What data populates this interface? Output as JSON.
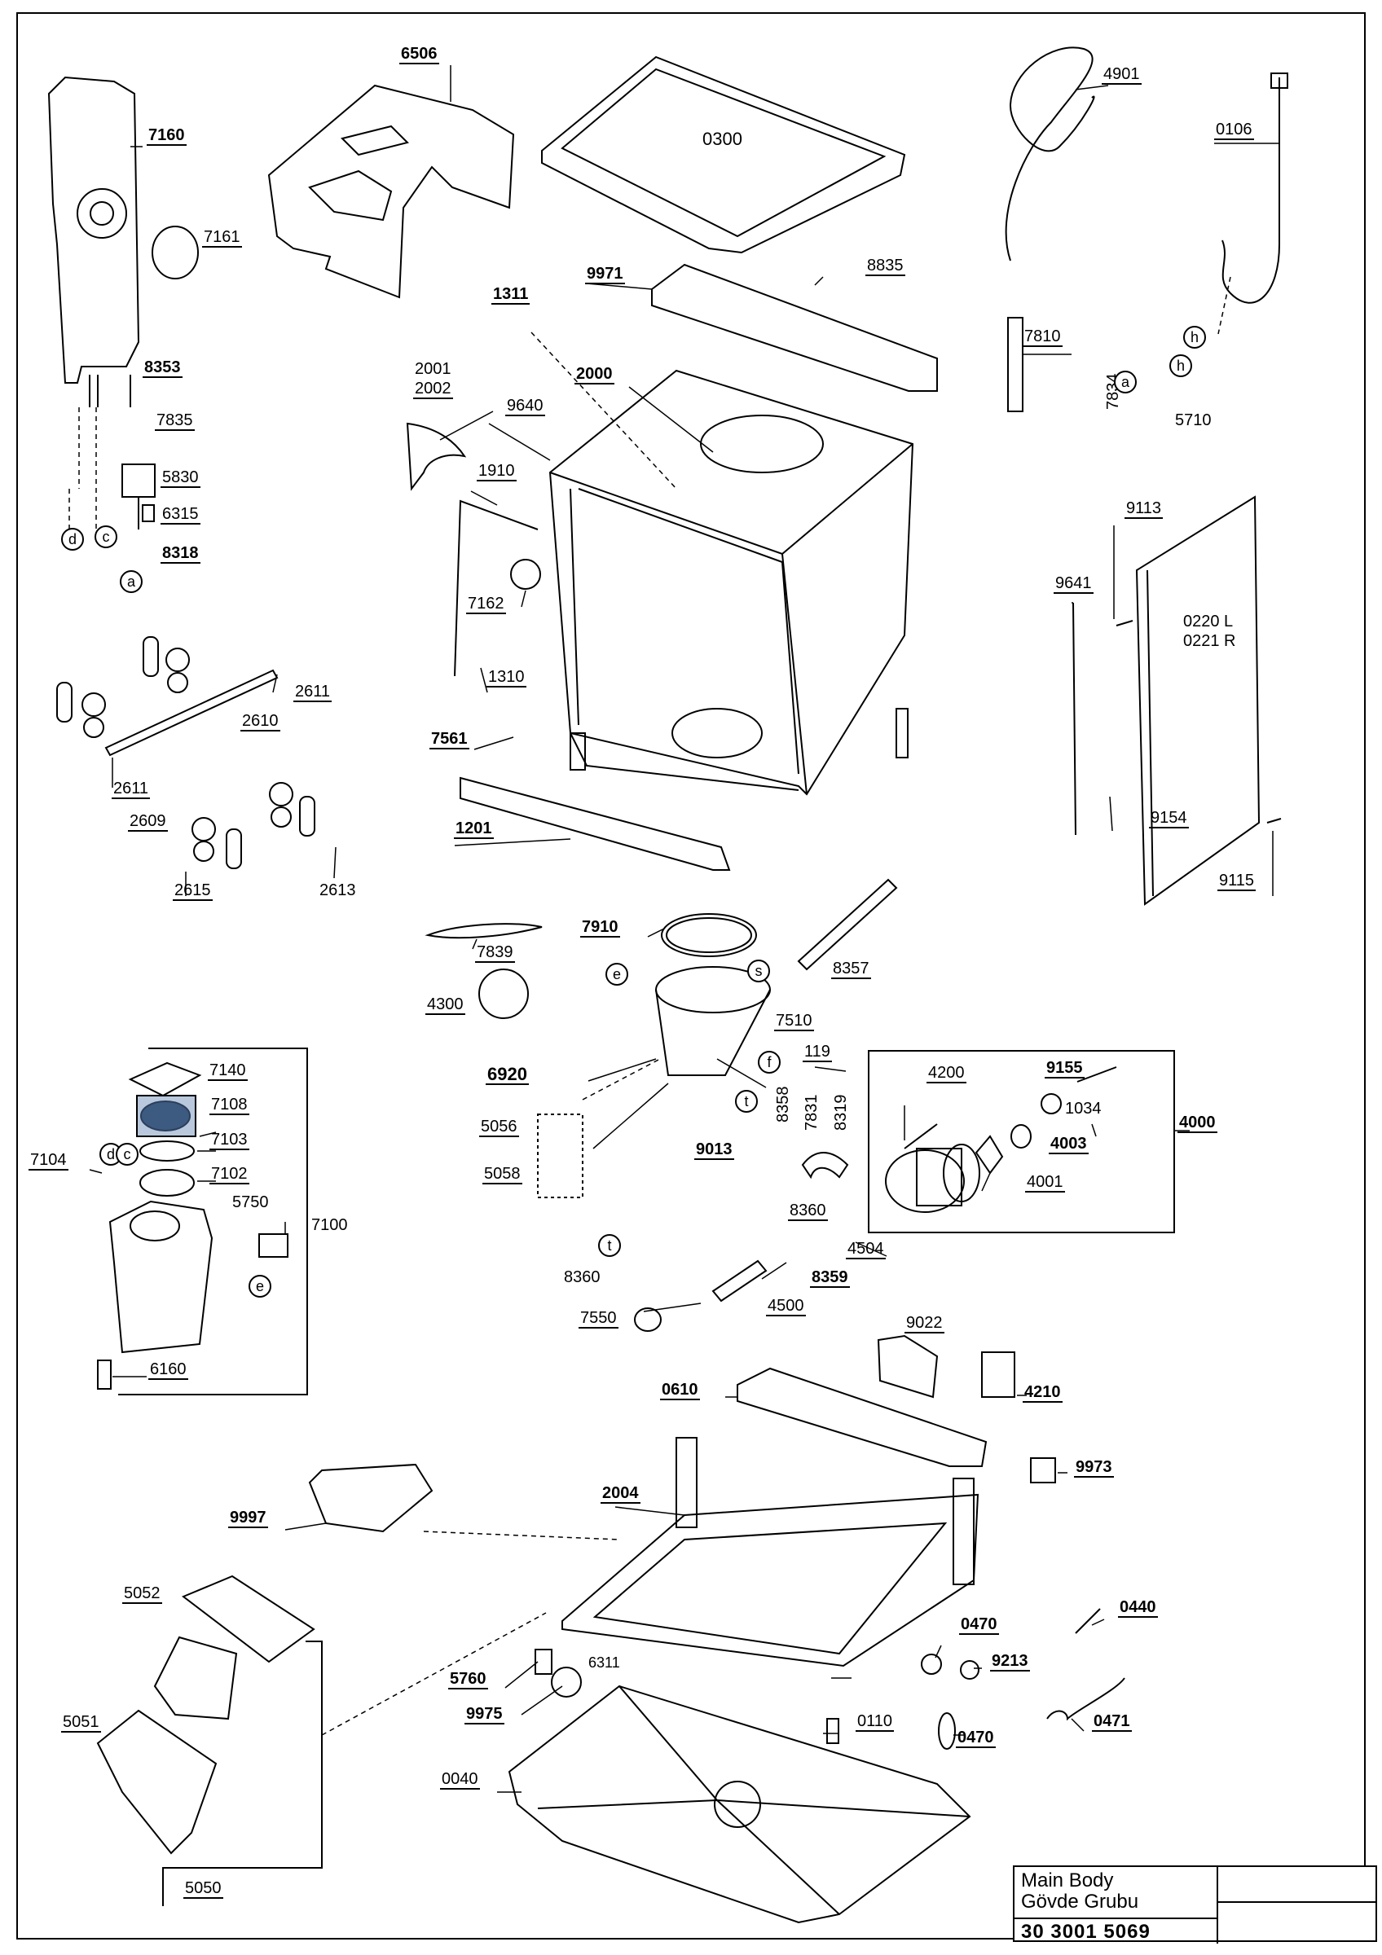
{
  "title_block": {
    "name_en": "Main Body",
    "name_tr": "Gövde Grubu",
    "code": "30 3001 5069"
  },
  "parts": {
    "p0300": "0300",
    "p6506": "6506",
    "p7160": "7160",
    "p7161": "7161",
    "p8353": "8353",
    "p7835": "7835",
    "p5830": "5830",
    "p6315": "6315",
    "p8318": "8318",
    "p4901": "4901",
    "p0106": "0106",
    "p9971": "9971",
    "p8835": "8835",
    "p1311": "1311",
    "p7810": "7810",
    "p2000": "2000",
    "p2001": "2001",
    "p2002": "2002",
    "p9640": "9640",
    "p1910": "1910",
    "p7162": "7162",
    "p1310": "1310",
    "p7561": "7561",
    "p1201": "1201",
    "p7834": "7834",
    "p5710": "5710",
    "p9113": "9113",
    "p9641": "9641",
    "p0220": "0220 L",
    "p0221": "0221 R",
    "p9154": "9154",
    "p9115": "9115",
    "p2611a": "2611",
    "p2610": "2610",
    "p2611b": "2611",
    "p2609": "2609",
    "p2615": "2615",
    "p2613": "2613",
    "p7910": "7910",
    "p7839": "7839",
    "p4300": "4300",
    "p8357": "8357",
    "p7510": "7510",
    "p119": "119",
    "p6920": "6920",
    "p5056": "5056",
    "p5058": "5058",
    "p4200": "4200",
    "p9155": "9155",
    "p1034": "1034",
    "p4003": "4003",
    "p4000": "4000",
    "p4001": "4001",
    "p9013": "9013",
    "p8358": "8358",
    "p7831": "7831",
    "p8319": "8319",
    "p8360a": "8360",
    "p4504": "4504",
    "p8359": "8359",
    "p8360b": "8360",
    "p4500": "4500",
    "p7550": "7550",
    "p7140": "7140",
    "p7108": "7108",
    "p7103": "7103",
    "p7104": "7104",
    "p7102": "7102",
    "p5750": "5750",
    "p7100": "7100",
    "p6160": "6160",
    "p9022": "9022",
    "p0610": "0610",
    "p4210": "4210",
    "p9973": "9973",
    "p2004": "2004",
    "p9997": "9997",
    "p5052": "5052",
    "p5051": "5051",
    "p5050": "5050",
    "p5760": "5760",
    "p6311": "6311",
    "p9975": "9975",
    "p0110": "0110",
    "p0470a": "0470",
    "p9213": "9213",
    "p0440": "0440",
    "p0471": "0471",
    "p0470b": "0470",
    "p0040": "0040"
  },
  "callouts": {
    "a1": "a",
    "c1": "c",
    "d1": "d",
    "a2": "a",
    "h1": "h",
    "h2": "h",
    "e1": "e",
    "s1": "s",
    "f1": "f",
    "t1": "t",
    "d2": "d",
    "c2": "c",
    "e2": "e",
    "t2": "t"
  }
}
